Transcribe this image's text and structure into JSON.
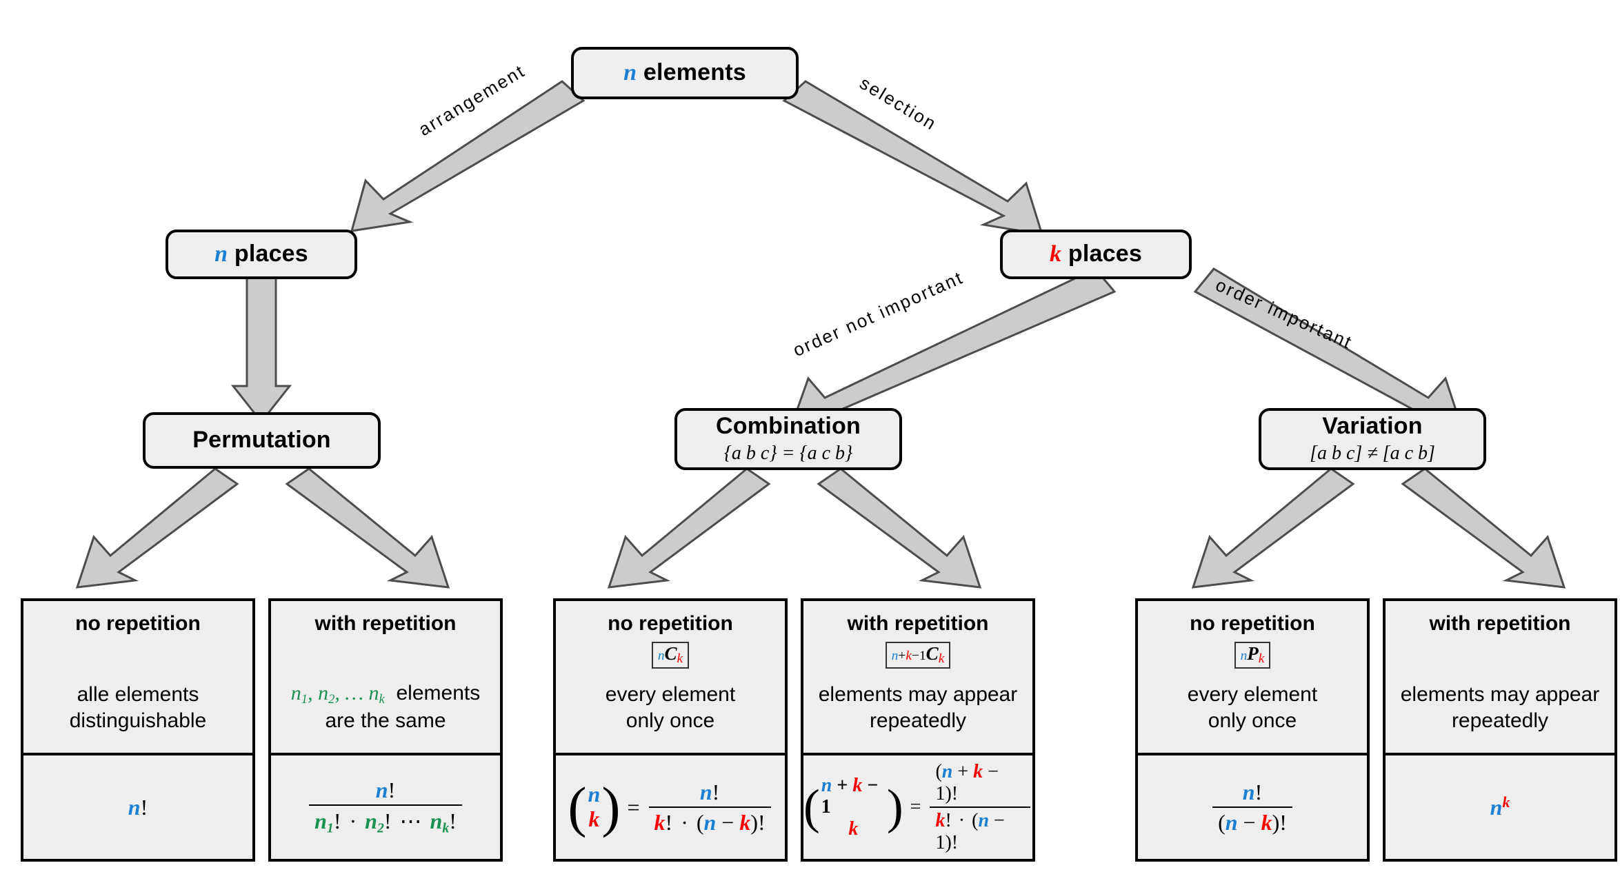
{
  "diagram": {
    "title": "Combinatorics decision tree",
    "colors": {
      "n": "#1b7fd4",
      "k": "#ff0000",
      "green": "#1a9150",
      "box_fill": "#eeeeee",
      "border": "#000000",
      "arrow_fill": "#cccccc"
    }
  },
  "root": {
    "label_var": "n",
    "label_text": " elements"
  },
  "edges": {
    "arrangement": "arrangement",
    "selection": "selection",
    "order_not_important": "order not important",
    "order_important": "order important"
  },
  "level2": {
    "left": {
      "var": "n",
      "text": " places"
    },
    "right": {
      "var": "k",
      "text": " places"
    }
  },
  "level3": {
    "permutation": {
      "title": "Permutation",
      "subtitle": ""
    },
    "combination": {
      "title": "Combination",
      "subtitle": "{a b c} = {a c b}"
    },
    "variation": {
      "title": "Variation",
      "subtitle": "[a b c] ≠ [a c b]"
    }
  },
  "leaves": [
    {
      "group": "permutation",
      "head": "no repetition",
      "notation": "",
      "desc_line1": "alle elements",
      "desc_line2": "distinguishable",
      "formula": "n!"
    },
    {
      "group": "permutation",
      "head": "with repetition",
      "notation": "",
      "desc_line1": "n₁, n₂, … nₖ elements",
      "desc_line2": "are the same",
      "formula": "n! / (n₁! · n₂! ⋯ nₖ!)"
    },
    {
      "group": "combination",
      "head": "no repetition",
      "notation": "nCk",
      "desc_line1": "every element",
      "desc_line2": "only once",
      "formula": "(n over k) = n! / (k! · (n − k)!)"
    },
    {
      "group": "combination",
      "head": "with repetition",
      "notation": "n+k-1Ck",
      "desc_line1": "elements may appear",
      "desc_line2": "repeatedly",
      "formula": "(n + k − 1 over k) = (n + k − 1)! / (k! · (n − 1)!)"
    },
    {
      "group": "variation",
      "head": "no repetition",
      "notation": "nPk",
      "desc_line1": "every element",
      "desc_line2": "only once",
      "formula": "n! / (n − k)!"
    },
    {
      "group": "variation",
      "head": "with repetition",
      "notation": "",
      "desc_line1": "elements may appear",
      "desc_line2": "repeatedly",
      "formula": "nᵏ"
    }
  ]
}
